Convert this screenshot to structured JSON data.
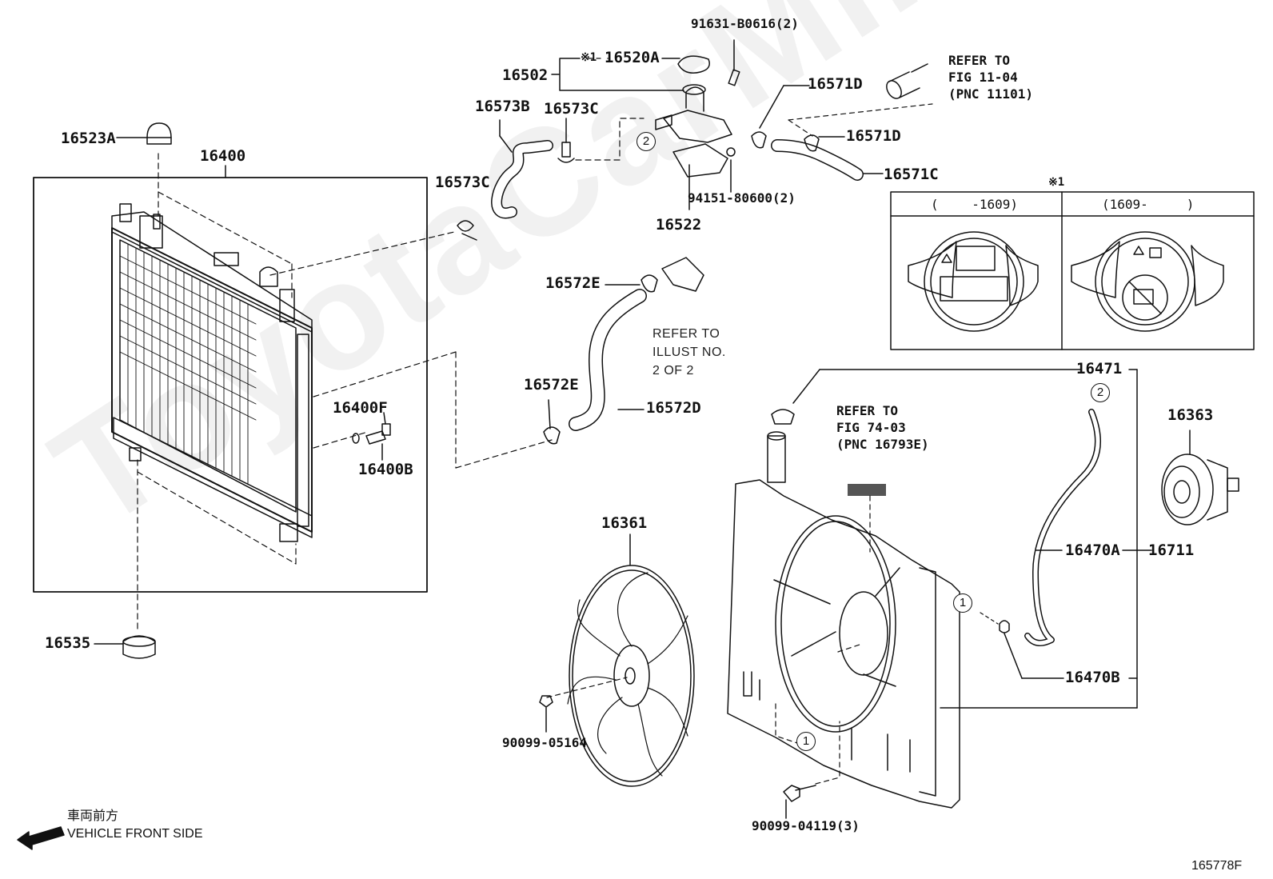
{
  "watermark": "ToyotaCarMine.ru",
  "figure_id": "165778F",
  "front_side": {
    "jp": "車両前方",
    "en": "VEHICLE FRONT SIDE"
  },
  "inset": {
    "marker": "※1",
    "left_header": "(　　 -1609)",
    "right_header": "(1609-　　　)"
  },
  "circle_refs": [
    "1",
    "2"
  ],
  "refs": {
    "fig_11_04": "REFER TO\nFIG 11-04\n(PNC 11101)",
    "fig_74_03": "REFER TO\nFIG 74-03\n(PNC 16793E)",
    "illust": "REFER TO\nILLUST NO.\n2 OF 2"
  },
  "parts": {
    "p91631": "91631-B0616(2)",
    "p16502": "16502",
    "p16520a_mark": "※1",
    "p16520a": "16520A",
    "p16573b": "16573B",
    "p16573c_top": "16573C",
    "p16573c_left": "16573C",
    "p16571d_top": "16571D",
    "p16571d_mid": "16571D",
    "p16571c": "16571C",
    "p94151": "94151-80600(2)",
    "p16522": "16522",
    "p16523a": "16523A",
    "p16400": "16400",
    "p16572e_top": "16572E",
    "p16572e_bot": "16572E",
    "p16572d": "16572D",
    "p16400f": "16400F",
    "p16400b": "16400B",
    "p16471": "16471",
    "p16363": "16363",
    "p16361": "16361",
    "p16470a": "16470A",
    "p16711": "16711",
    "p16470b": "16470B",
    "p16535": "16535",
    "p90099_05164": "90099-05164",
    "p90099_04119": "90099-04119(3)"
  }
}
